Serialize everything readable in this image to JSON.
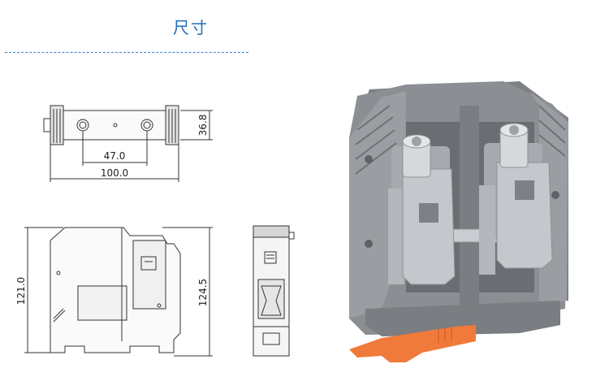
{
  "header": {
    "title": "尺寸"
  },
  "dimensions": {
    "top_width": "100.0",
    "hole_spacing": "47.0",
    "top_height": "36.8",
    "side_height_left": "121.0",
    "side_height_right": "124.5"
  },
  "colors": {
    "title": "#1f6fb8",
    "housing_gray": "#8b8e92",
    "clamp_metal": "#b8bcc0",
    "din_foot_orange": "#f07a3a"
  }
}
